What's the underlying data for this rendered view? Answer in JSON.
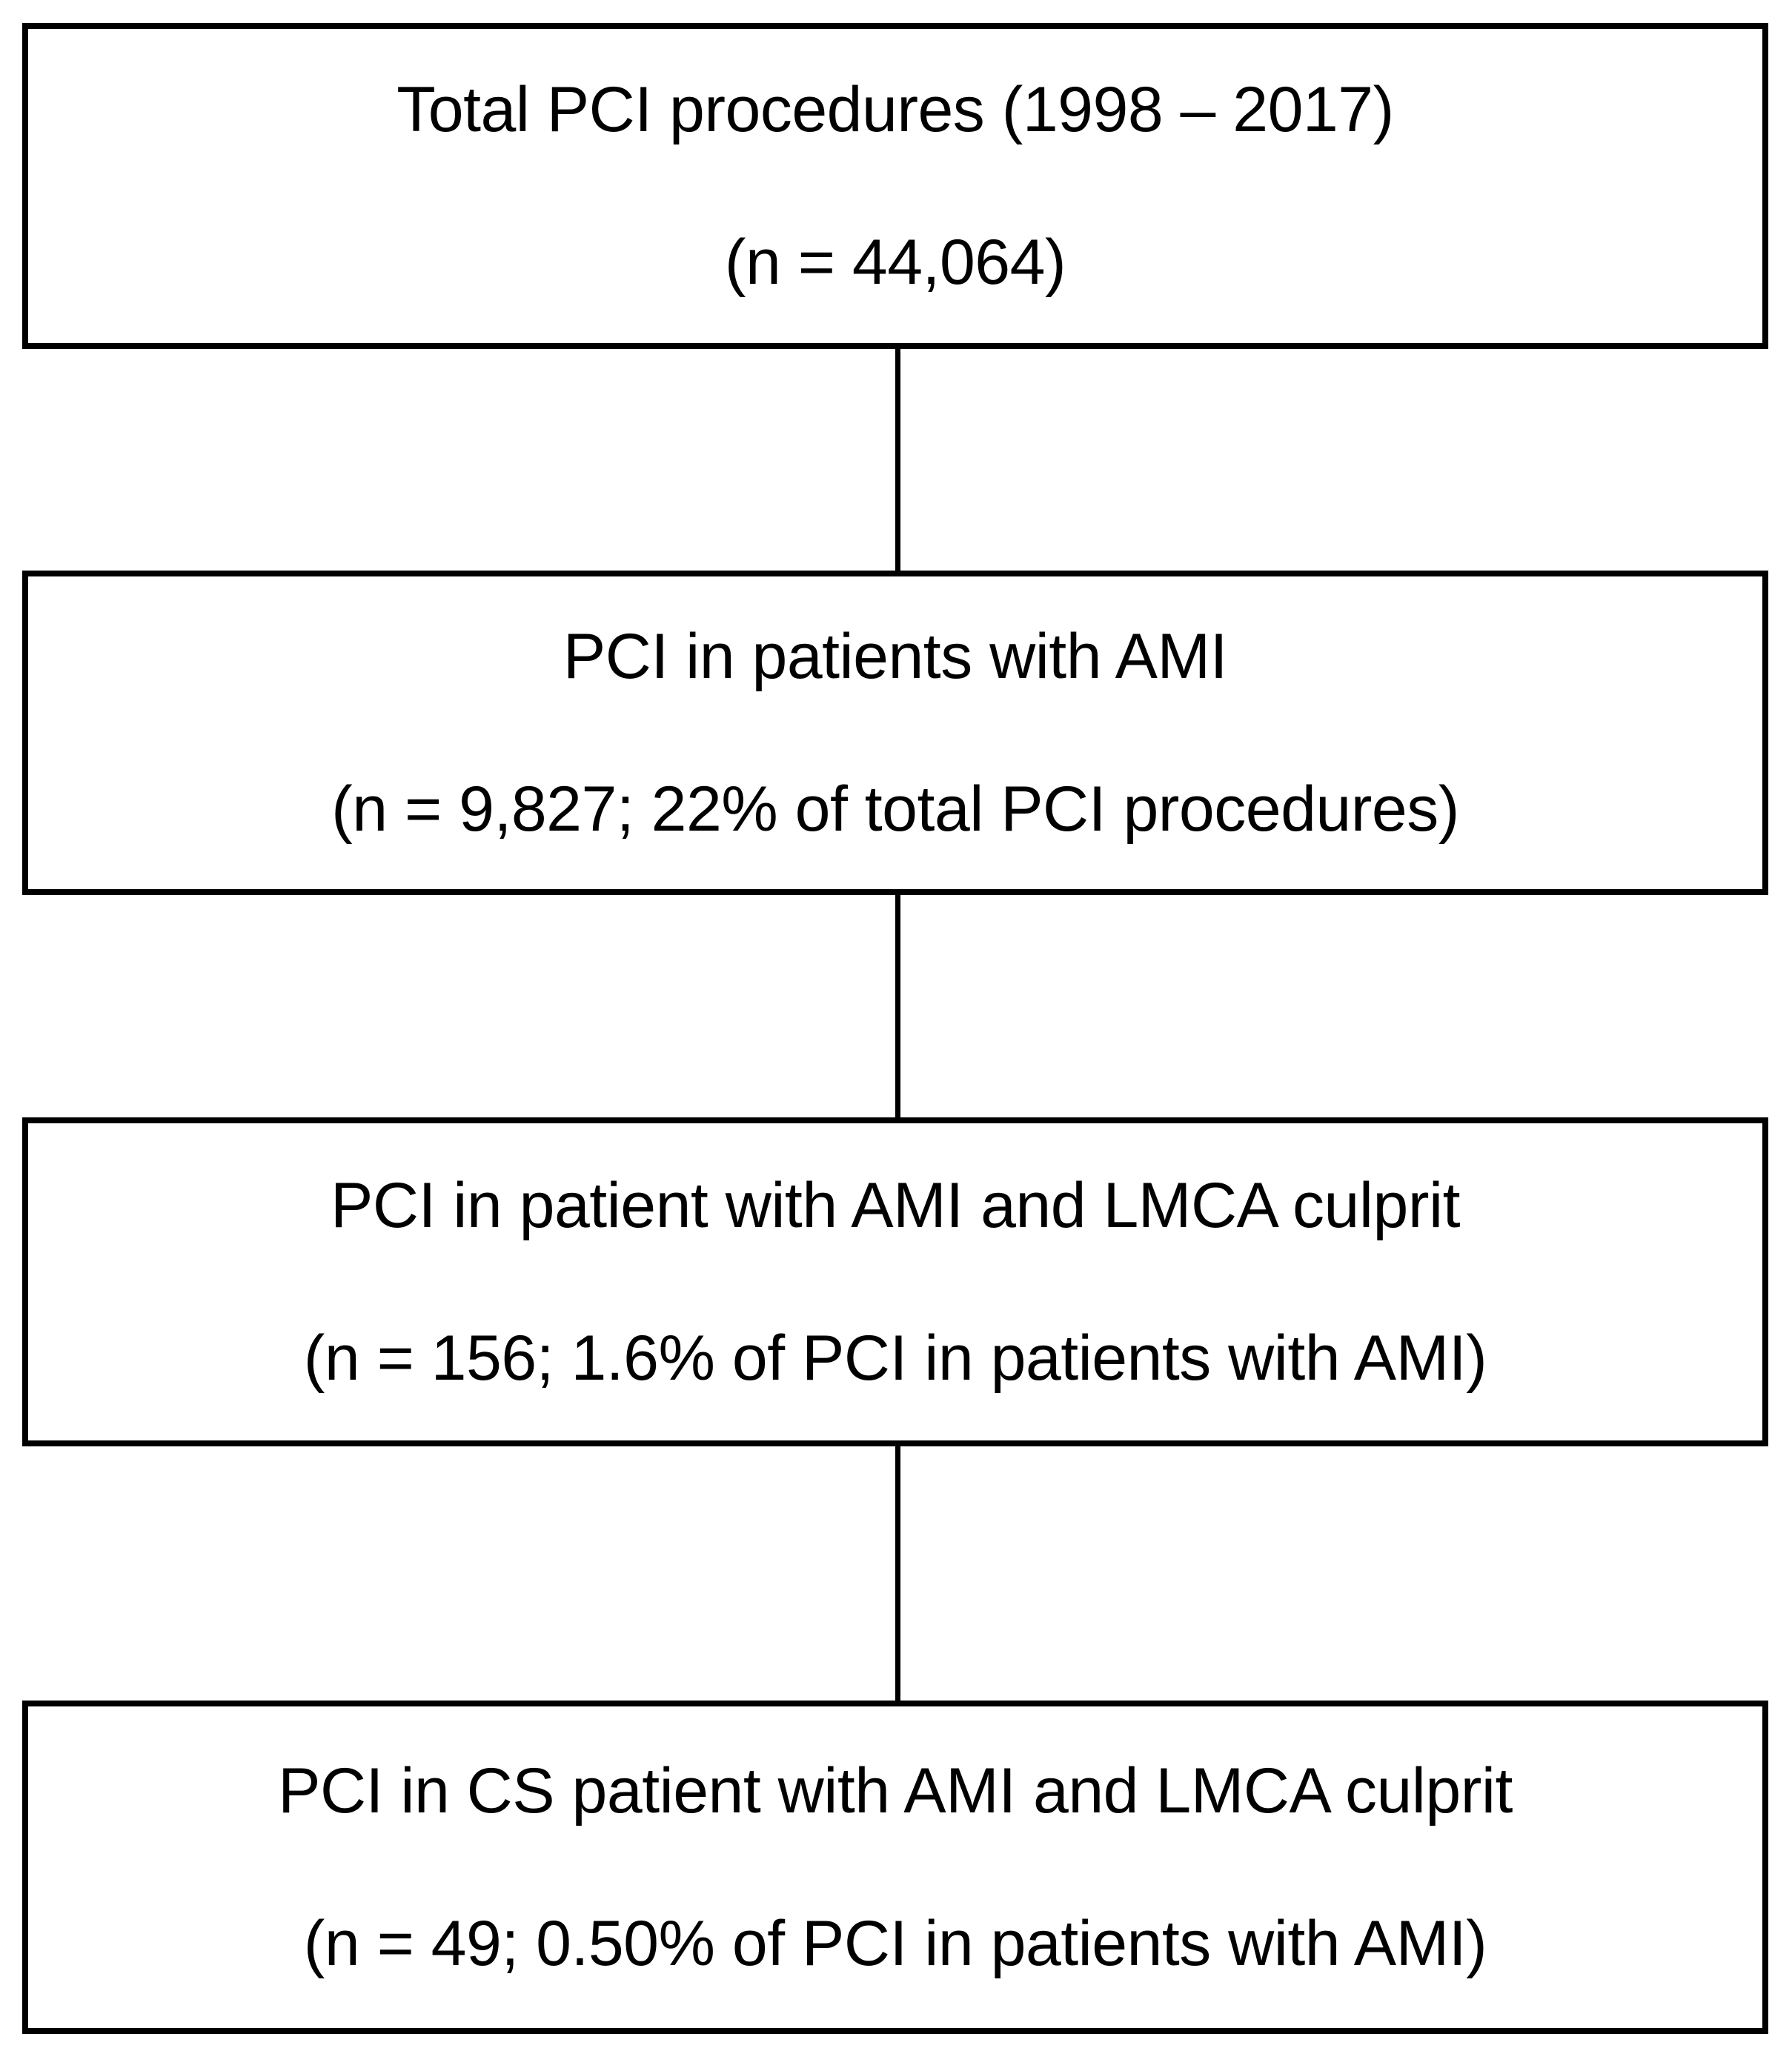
{
  "diagram": {
    "type": "flowchart",
    "direction": "top-down",
    "background_color": "#ffffff",
    "box_border_color": "#000000",
    "box_fill_color": "#ffffff",
    "text_color": "#000000",
    "connector_color": "#000000",
    "boxes": [
      {
        "id": "total-pci",
        "line1": "Total PCI procedures (1998 – 2017)",
        "line2": "(n = 44,064)"
      },
      {
        "id": "pci-ami",
        "line1": "PCI in patients with AMI",
        "line2": "(n = 9,827; 22% of total PCI procedures)"
      },
      {
        "id": "pci-ami-lmca-culprit",
        "line1": "PCI in patient with AMI and LMCA culprit",
        "line2": "(n = 156; 1.6% of PCI in patients with AMI)"
      },
      {
        "id": "pci-cs-ami-lmca-culprit",
        "line1": "PCI in CS patient with AMI and LMCA culprit",
        "line2": "(n = 49; 0.50% of PCI in patients with AMI)"
      }
    ],
    "connectors": [
      {
        "from": "total-pci",
        "to": "pci-ami"
      },
      {
        "from": "pci-ami",
        "to": "pci-ami-lmca-culprit"
      },
      {
        "from": "pci-ami-lmca-culprit",
        "to": "pci-cs-ami-lmca-culprit"
      }
    ]
  }
}
